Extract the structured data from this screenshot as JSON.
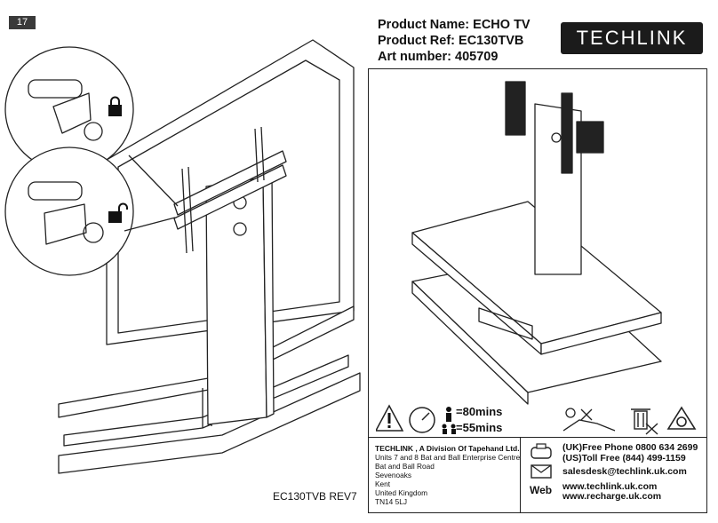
{
  "page_number": "17",
  "product": {
    "name_line": "Product Name: ECHO TV",
    "ref_line": "Product Ref: EC130TVB",
    "art_line": "Art number: 405709"
  },
  "logo_text": "TECHLINK",
  "assembly": {
    "one_person": "=80mins",
    "two_people": "=55mins"
  },
  "address": {
    "company": "TECHLINK , A Division Of Tapehand Ltd.",
    "lines": [
      "Units 7 and 8 Bat and Ball Enterprise Centre",
      "Bat and Ball Road",
      "Sevenoaks",
      "Kent",
      "United Kingdom",
      "TN14 5LJ"
    ]
  },
  "contact": {
    "uk_phone": "(UK)Free Phone 0800 634 2699",
    "us_phone": "(US)Toll Free (844) 499-1159",
    "email": "salesdesk@techlink.uk.com",
    "web_label": "Web",
    "web1": "www.techlink.uk.com",
    "web2": "www.recharge.uk.com"
  },
  "doc_ref": "EC130TVB REV7",
  "icons": [
    "lock-icon",
    "unlock-icon",
    "warning-icon",
    "stopwatch-icon",
    "person-icon",
    "two-people-icon",
    "cleaning-icon",
    "no-bin-icon",
    "recycle-icon",
    "phone-icon",
    "envelope-icon"
  ]
}
